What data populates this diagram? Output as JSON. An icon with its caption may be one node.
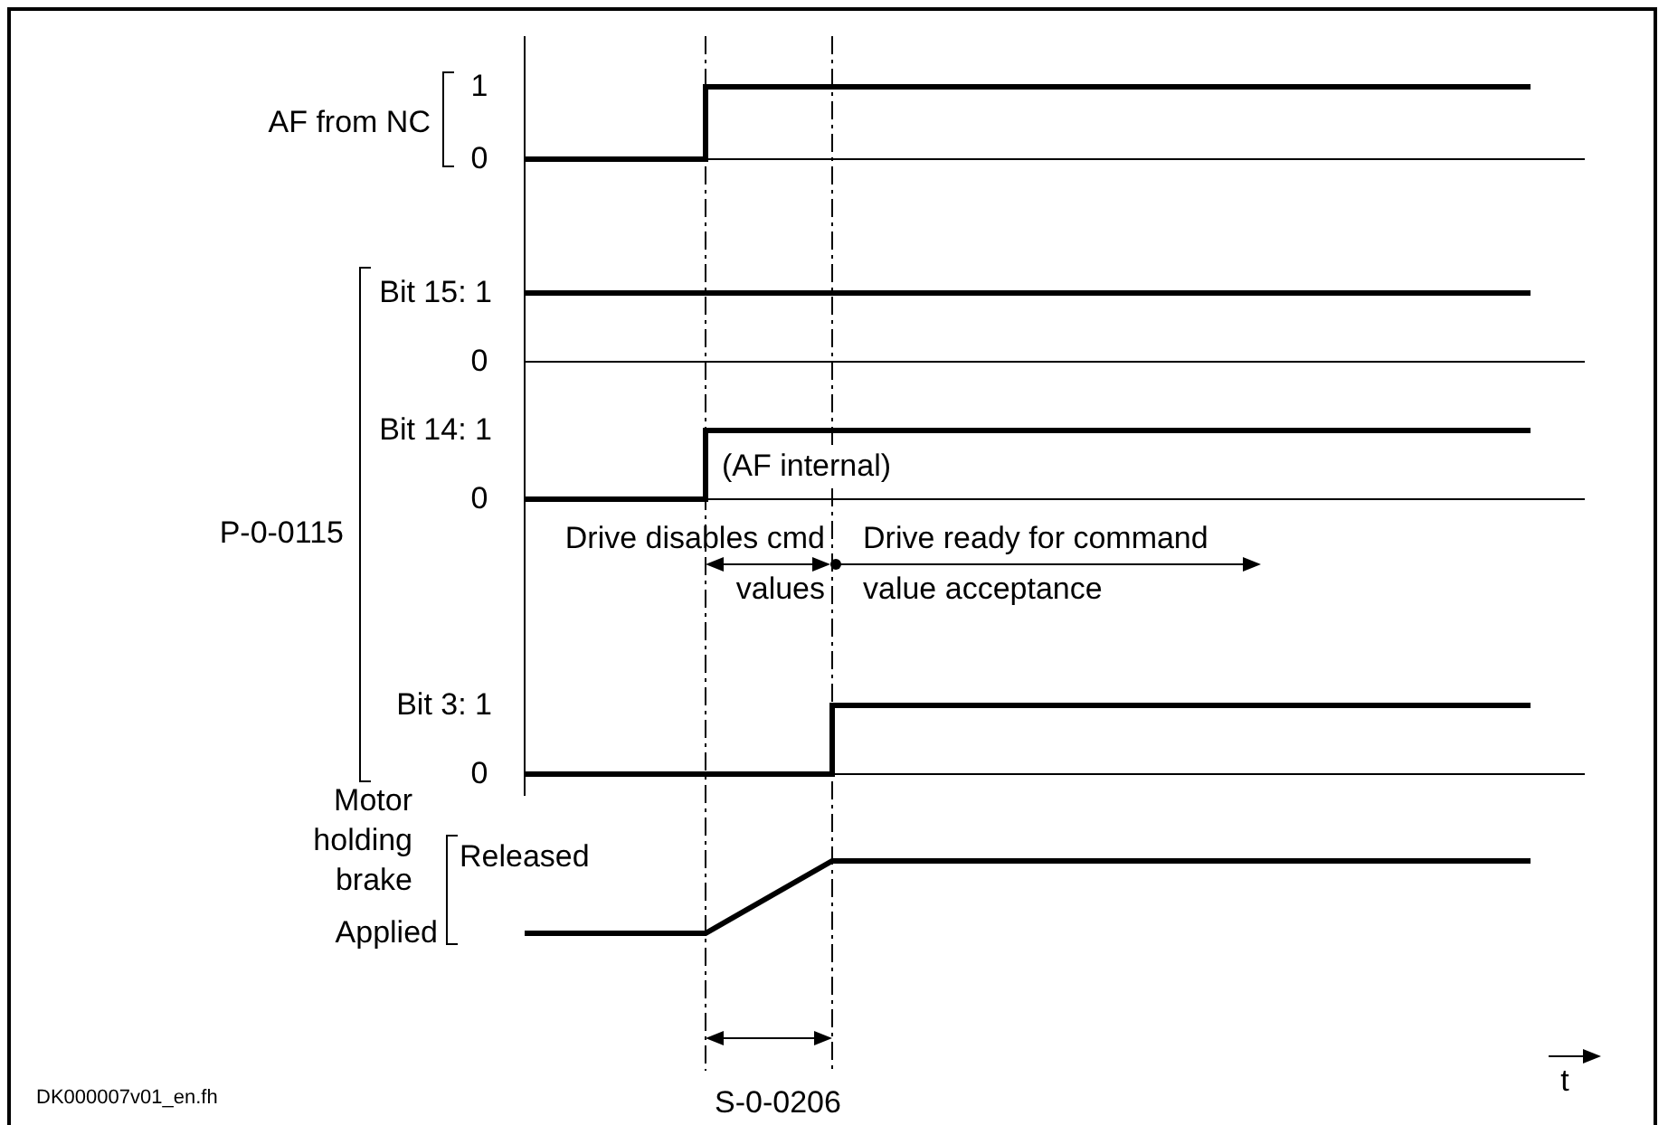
{
  "diagram": {
    "labels": [
      "1",
      "AF from NC",
      "0",
      "Bit 15: 1",
      "0",
      "Bit 14: 1",
      "(AF internal)",
      "0",
      "P-0-0115",
      "Drive disables cmd values",
      "Drive ready for command value acceptance",
      "Bit 3: 1",
      "0",
      "Motor holding brake",
      "Released",
      "Applied",
      "t",
      "S-0-0206",
      "DK000007v01_en.fh"
    ]
  }
}
